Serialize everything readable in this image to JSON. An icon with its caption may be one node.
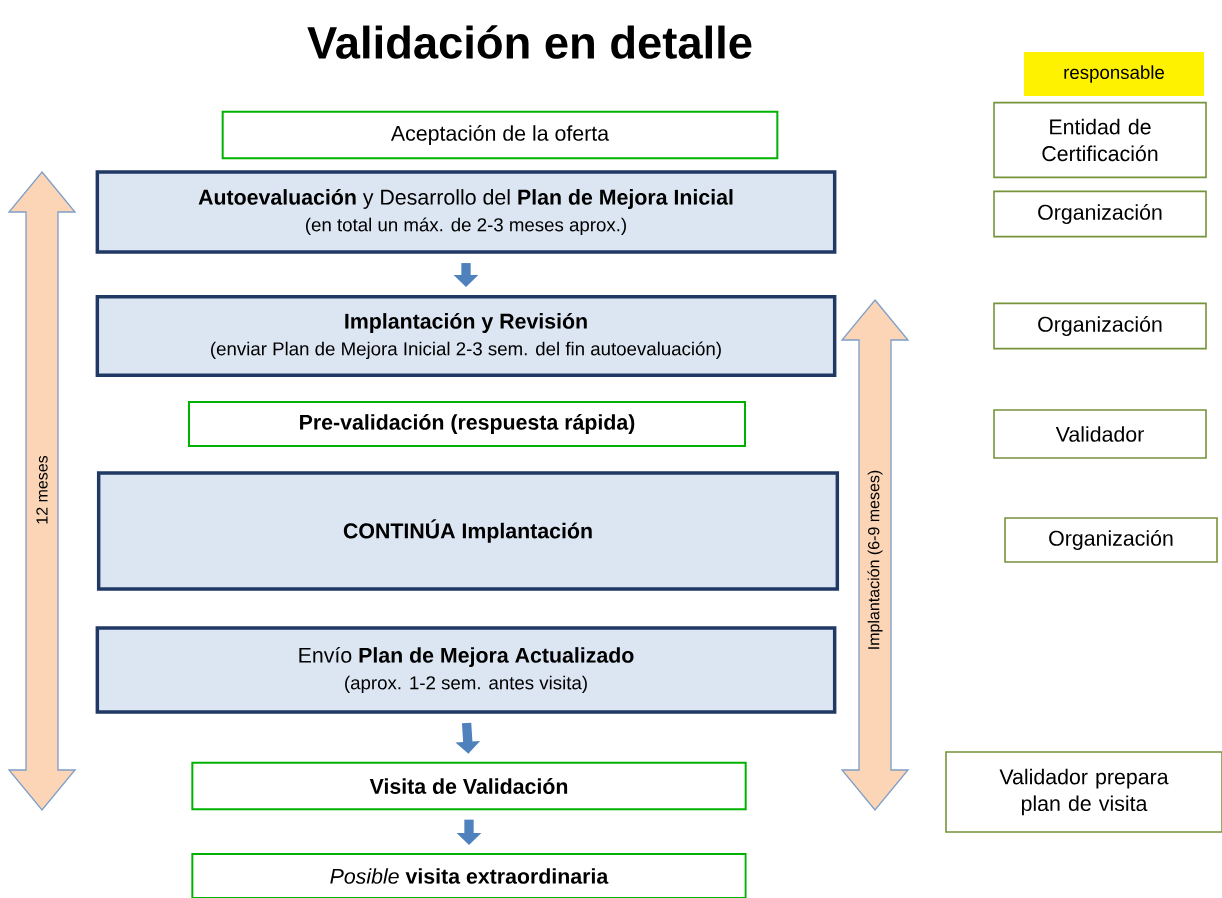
{
  "diagram": {
    "title": "Validación en detalle",
    "nodes": [
      {
        "text": [
          "Aceptación de la oferta"
        ]
      },
      {
        "text": [
          "**Autoevaluación** y Desarrollo del **Plan de Mejora Inicial**",
          "(en total un máx. de 2-3 meses aprox.)"
        ]
      },
      {
        "text": [
          "**Implantación y Revisión**",
          "(enviar Plan de Mejora Inicial 2-3 sem. del fin autoevaluación)"
        ]
      },
      {
        "text": [
          "**Pre-validación (respuesta rápida)**"
        ]
      },
      {
        "text": [
          "**CONTINÚA Implantación**"
        ]
      },
      {
        "text": [
          "Envío **Plan de Mejora Actualizado**",
          "(aprox. 1-2 sem. antes visita)"
        ]
      },
      {
        "text": [
          "**Visita de Validación**"
        ]
      },
      {
        "text": [
          "*Posible* **visita extraordinaria**"
        ]
      },
      {
        "text": [
          "responsable"
        ]
      },
      {
        "text": [
          "Entidad de Certificación"
        ]
      },
      {
        "text": [
          "Organización"
        ]
      },
      {
        "text": [
          "Organización"
        ]
      },
      {
        "text": [
          "Validador"
        ]
      },
      {
        "text": [
          "Organización"
        ]
      },
      {
        "text": [
          "Validador prepara plan de visita"
        ]
      }
    ],
    "edges": [
      {
        "from": 1,
        "to": 2,
        "arrow": "to"
      },
      {
        "from": 5,
        "to": 6,
        "arrow": "to"
      },
      {
        "from": 6,
        "to": 7,
        "arrow": "to"
      }
    ],
    "labels": [
      "12 meses",
      "Implantación (6-9 meses)"
    ]
  }
}
